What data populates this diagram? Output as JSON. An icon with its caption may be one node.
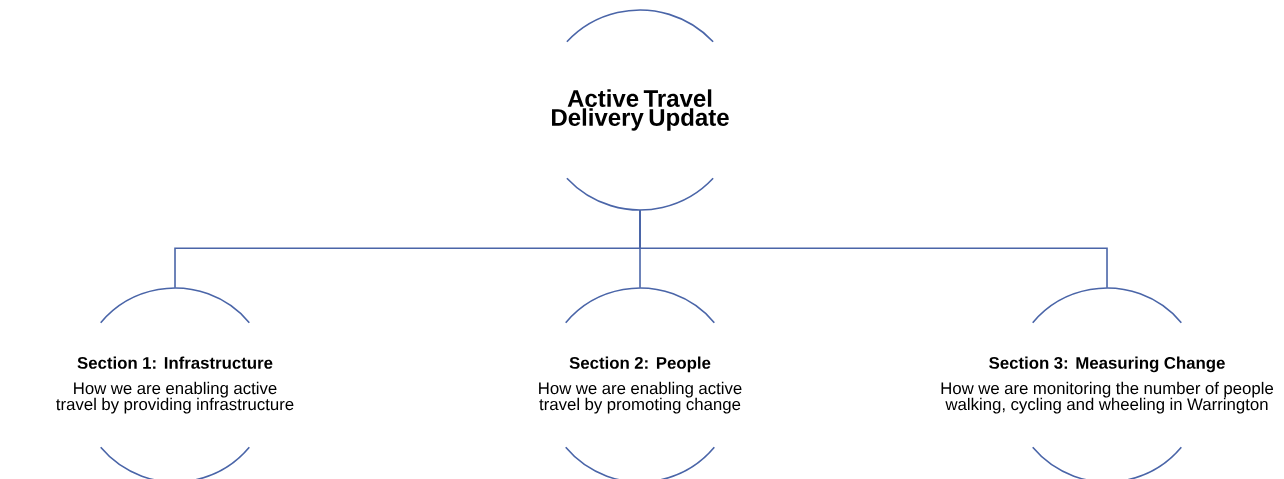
{
  "diagram": {
    "nodes": [
      {
        "text": [
          "Active Travel Delivery Update"
        ]
      },
      {
        "text": [
          "Section 1: Infrastructure",
          "How we are enabling active travel by providing infrastructure"
        ]
      },
      {
        "text": [
          "Section 2: People",
          "How we are enabling active travel by promoting change"
        ]
      },
      {
        "text": [
          "Section 3: Measuring Change",
          "How we are monitoring the number of people walking, cycling and wheeling in Warrington"
        ]
      }
    ],
    "edges": [
      {
        "from": 0,
        "to": 1,
        "arrow": "none"
      },
      {
        "from": 0,
        "to": 2,
        "arrow": "none"
      },
      {
        "from": 0,
        "to": 3,
        "arrow": "none"
      }
    ]
  }
}
